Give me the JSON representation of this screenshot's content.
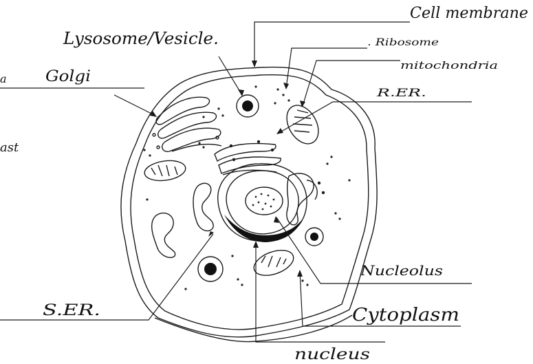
{
  "labels": {
    "cell_membrane": "Cell membrane",
    "lysosome_vesicle": "Lysosome/Vesicle.",
    "ribosome": ". Ribosome",
    "mitochondria": "mitochondria",
    "golgi": "Golgi",
    "rer": "R.ER.",
    "ser": "S.ER.",
    "nucleolus": "Nucleolus",
    "cytoplasm": "Cytoplasm",
    "nucleus": "nucleus",
    "cut_a": "a",
    "cut_ast": "ast"
  },
  "colors": {
    "ink": "#1a1a1a",
    "paper": "#ffffff"
  }
}
